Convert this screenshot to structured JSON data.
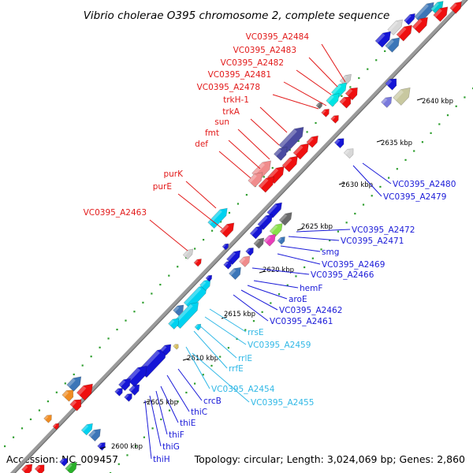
{
  "title": "Vibrio cholerae O395 chromosome 2, complete sequence",
  "footer": {
    "accession": "Accession: NC_009457",
    "topology": "Topology: circular; Length: 3,024,069 bp; Genes: 2,860"
  },
  "colors": {
    "upper_label": "#e21a1a",
    "lower_label": "#1a1ad8",
    "rna_label": "#30b8e6",
    "backbone": "#8c8c8c",
    "dots": "#2e9e2e"
  },
  "ticks": [
    "2600 kbp",
    "2605 kbp",
    "2610 kbp",
    "2615 kbp",
    "2620 kbp",
    "2625 kbp",
    "2630 kbp",
    "2635 kbp",
    "2640 kbp"
  ],
  "upper_labels": [
    "VC0395_A2484",
    "VC0395_A2483",
    "VC0395_A2482",
    "VC0395_A2481",
    "VC0395_A2478",
    "trkH-1",
    "trkA",
    "sun",
    "fmt",
    "def",
    "purK",
    "purE",
    "VC0395_A2463"
  ],
  "lower_labels_blue": [
    "VC0395_A2480",
    "VC0395_A2479",
    "VC0395_A2472",
    "VC0395_A2471",
    "smg",
    "VC0395_A2469",
    "VC0395_A2466",
    "hemF",
    "aroE",
    "VC0395_A2462",
    "VC0395_A2461",
    "crcB",
    "thiC",
    "thiE",
    "thiF",
    "thiG",
    "thiH"
  ],
  "lower_labels_rna": [
    "rrsE",
    "VC0395_A2459",
    "rrlE",
    "rrfE",
    "VC0395_A2454",
    "VC0395_A2455"
  ]
}
